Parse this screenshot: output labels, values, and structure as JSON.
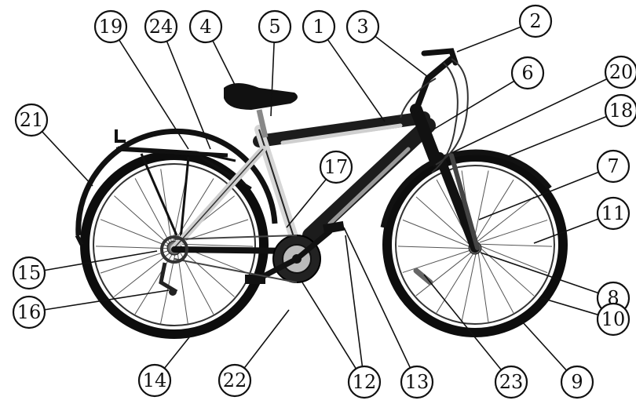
{
  "diagram": {
    "labels": [
      "1",
      "2",
      "3",
      "4",
      "5",
      "6",
      "7",
      "8",
      "9",
      "10",
      "11",
      "12",
      "13",
      "14",
      "15",
      "16",
      "17",
      "18",
      "19",
      "20",
      "21",
      "22",
      "23",
      "24"
    ]
  },
  "colors": {
    "ink": "#111111",
    "frame_dark": "#1c1c1c",
    "frame_light": "#bdbdbd",
    "tire": "#0d0d0d",
    "paper": "#ffffff"
  }
}
